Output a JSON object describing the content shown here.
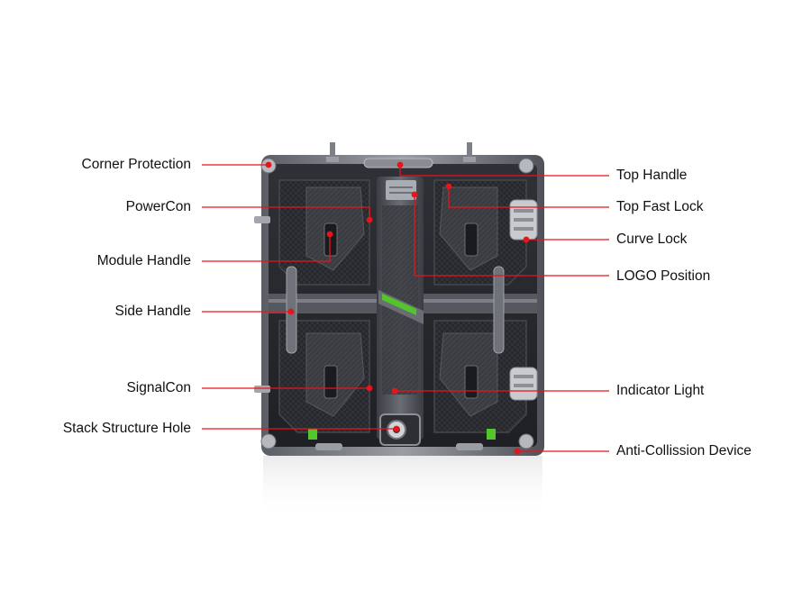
{
  "diagram": {
    "left_labels": [
      {
        "id": "corner-protection",
        "text": "Corner Protection"
      },
      {
        "id": "powercon",
        "text": "PowerCon"
      },
      {
        "id": "module-handle",
        "text": "Module Handle"
      },
      {
        "id": "side-handle",
        "text": "Side Handle"
      },
      {
        "id": "signalcon",
        "text": "SignalCon"
      },
      {
        "id": "stack-structure-hole",
        "text": "Stack Structure Hole"
      }
    ],
    "right_labels": [
      {
        "id": "top-handle",
        "text": "Top Handle"
      },
      {
        "id": "top-fast-lock",
        "text": "Top Fast Lock"
      },
      {
        "id": "curve-lock",
        "text": "Curve Lock"
      },
      {
        "id": "logo-position",
        "text": "LOGO Position"
      },
      {
        "id": "indicator-light",
        "text": "Indicator Light"
      },
      {
        "id": "anti-collision-device",
        "text": "Anti-Collission Device"
      }
    ],
    "colors": {
      "leader": "#e8141b",
      "cabinet_dark": "#2a2c31",
      "cabinet_mid": "#4a4d54",
      "cabinet_light": "#8d9097",
      "accent_green": "#53c62b"
    }
  }
}
